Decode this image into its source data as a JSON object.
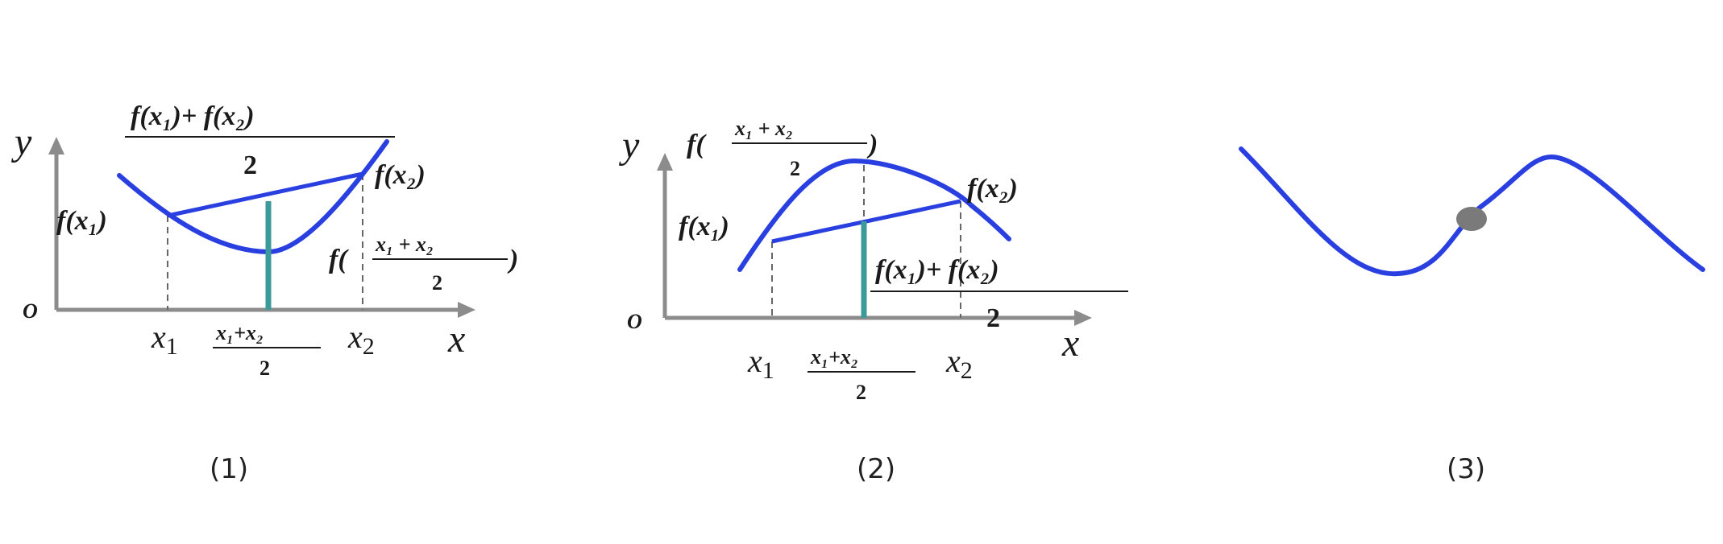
{
  "panels": [
    {
      "caption": "(1)",
      "axis": {
        "x": "x",
        "y": "y",
        "origin": "O"
      },
      "ticks": {
        "x1": "x",
        "x1_sub": "1",
        "x2": "x",
        "x2_sub": "2",
        "mid_num": "x₁+x₂",
        "mid_den": "2"
      },
      "labels": {
        "f_x1": "f(x₁)",
        "f_x2": "f(x₂)",
        "avg_num": "f(x₁)+ f(x₂)",
        "avg_den": "2",
        "f_mid_prefix": "f(",
        "f_mid_num": "x₁ + x₂",
        "f_mid_den": "2",
        "f_mid_suffix": ")"
      }
    },
    {
      "caption": "(2)",
      "axis": {
        "x": "x",
        "y": "y",
        "origin": "O"
      },
      "ticks": {
        "x1": "x",
        "x1_sub": "1",
        "x2": "x",
        "x2_sub": "2",
        "mid_num": "x₁+x₂",
        "mid_den": "2"
      },
      "labels": {
        "f_x1": "f(x₁)",
        "f_x2": "f(x₂)",
        "avg_num": "f(x₁)+ f(x₂)",
        "avg_den": "2",
        "f_mid_prefix": "f(",
        "f_mid_num": "x₁ + x₂",
        "f_mid_den": "2",
        "f_mid_suffix": ")"
      }
    },
    {
      "caption": "(3)"
    }
  ],
  "colors": {
    "curve": "#2a3fe0",
    "chord": "#2a3fe0",
    "midline": "#3d9a9a",
    "axis": "#8c8c8c",
    "dashed": "#666666",
    "inflection_point": "#7a7a7a"
  }
}
